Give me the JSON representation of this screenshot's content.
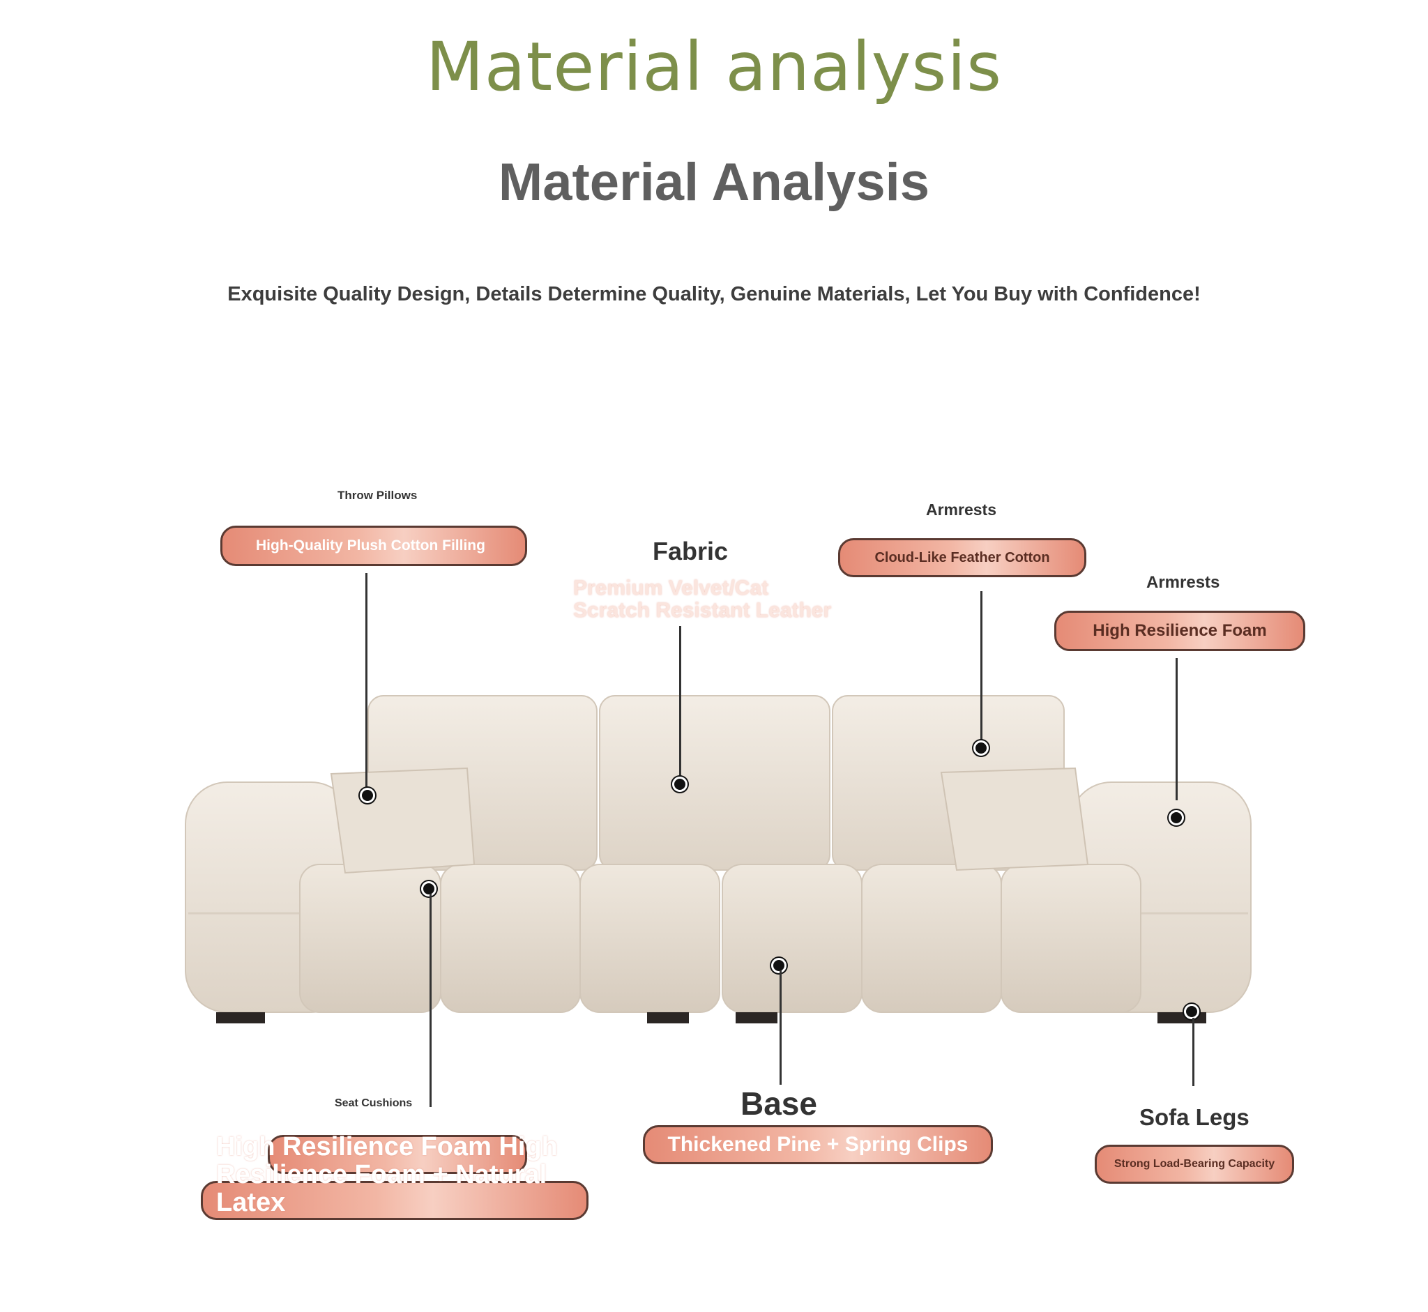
{
  "header": {
    "top_title": "Material analysis",
    "title": "Material Analysis",
    "subtitle": "Exquisite Quality Design, Details Determine Quality, Genuine Materials, Let You Buy with Confidence!"
  },
  "callouts": {
    "throw_pillows": {
      "label": "Throw Pillows",
      "value": "High-Quality Plush Cotton Filling"
    },
    "fabric": {
      "label": "Fabric",
      "value": "Premium Velvet/Cat Scratch Resistant Leather"
    },
    "armrests_1": {
      "label": "Armrests",
      "value": "Cloud-Like Feather Cotton"
    },
    "armrests_2": {
      "label": "Armrests",
      "value": "High Resilience Foam"
    },
    "seat_cushions": {
      "label": "Seat Cushions",
      "value": "High Resilience Foam High Resilience Foam + Natural Latex"
    },
    "base": {
      "label": "Base",
      "value": "Thickened Pine + Spring Clips"
    },
    "sofa_legs": {
      "label": "Sofa Legs",
      "value": "Strong Load-Bearing Capacity"
    }
  },
  "colors": {
    "top_title": "#7d8f4a",
    "title": "#5f5f5f",
    "pill_fill": "#e58b76",
    "pill_border": "#5a3a32",
    "sofa_fabric": "#ece4da"
  }
}
